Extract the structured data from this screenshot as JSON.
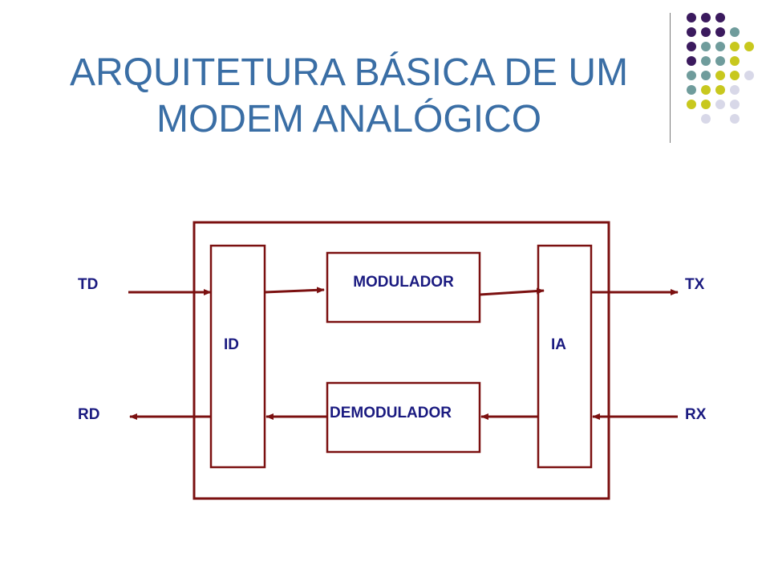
{
  "title": {
    "line1": "ARQUITETURA BÁSICA DE UM",
    "line2": "MODEM ANALÓGICO"
  },
  "diagram": {
    "blocks": {
      "id": "ID",
      "modulator": "MODULADOR",
      "demodulator": "DEMODULADOR",
      "ia": "IA"
    },
    "ports": {
      "td": "TD",
      "rd": "RD",
      "tx": "TX",
      "rx": "RX"
    }
  },
  "colors": {
    "title": "#3a6ea5",
    "lines": "#7b1010",
    "labels": "#1a1a80",
    "dots": [
      "#3b1a5e",
      "#6f9c9c",
      "#c8c81e",
      "#d8d8e8"
    ]
  }
}
